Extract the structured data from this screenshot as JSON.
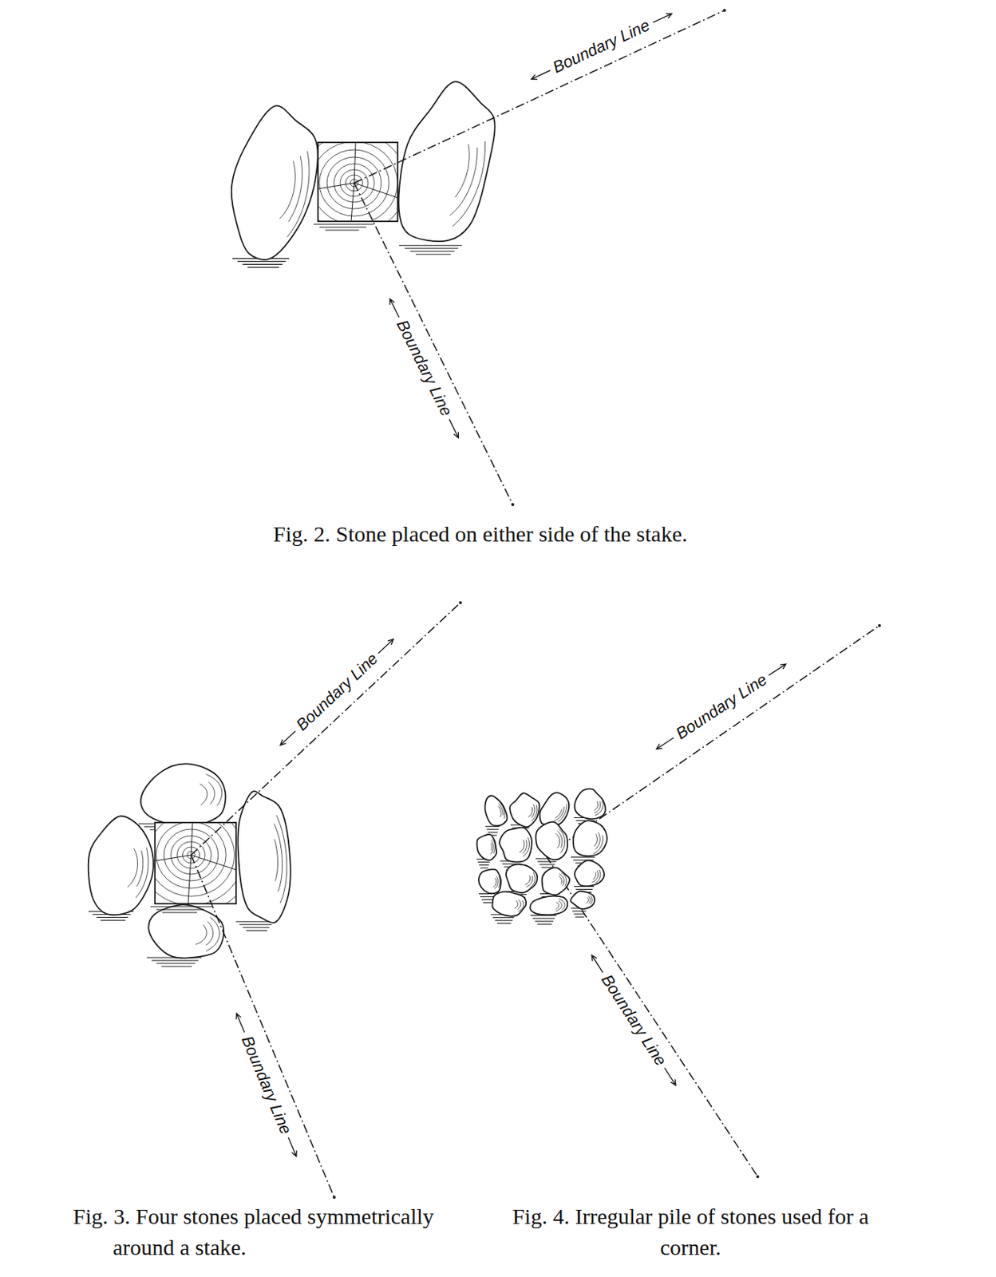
{
  "diagram": {
    "labels": [
      "Boundary Line",
      "Boundary Line",
      "Fig. 2. Stone placed on either side of the stake.",
      "Boundary Line",
      "Boundary Line",
      "Boundary Line",
      "Boundary Line",
      "Fig. 3. Four stones placed symmetrically around a stake.",
      "Fig. 4. Irregular pile of stones used for a corner."
    ]
  }
}
